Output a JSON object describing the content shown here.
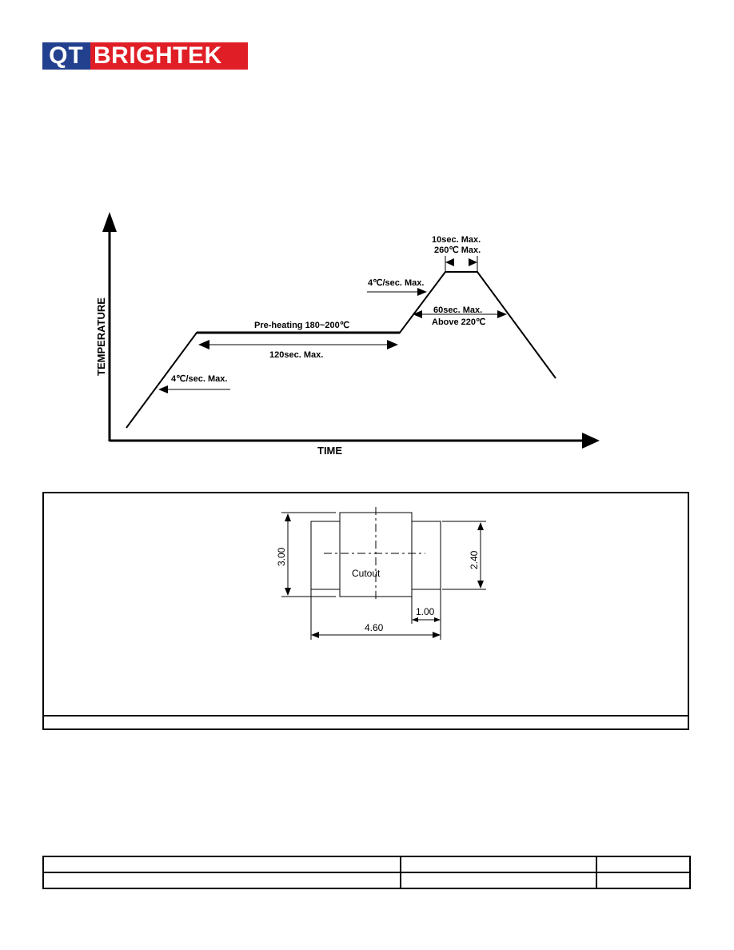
{
  "logo": {
    "part1": "QT",
    "part2": "BRIGHTEK"
  },
  "profile": {
    "y_axis_label": "TEMPERATURE",
    "x_axis_label": "TIME",
    "ramp_up_label": "4℃/sec. Max.",
    "preheat_label": "Pre-heating 180~200℃",
    "preheat_time_label": "120sec. Max.",
    "ramp2_label": "4℃/sec. Max.",
    "peak_time_label": "10sec. Max.",
    "peak_temp_label": "260℃ Max.",
    "above_time_label": "60sec. Max.",
    "above_temp_label": "Above 220℃"
  },
  "pad": {
    "height_dim": "3.00",
    "pad_height_dim": "2.40",
    "pad_width_dim": "1.00",
    "total_width_dim": "4.60",
    "cutout_label": "Cutout"
  },
  "colors": {
    "logo_blue": "#23408f",
    "logo_red": "#e01e26"
  }
}
